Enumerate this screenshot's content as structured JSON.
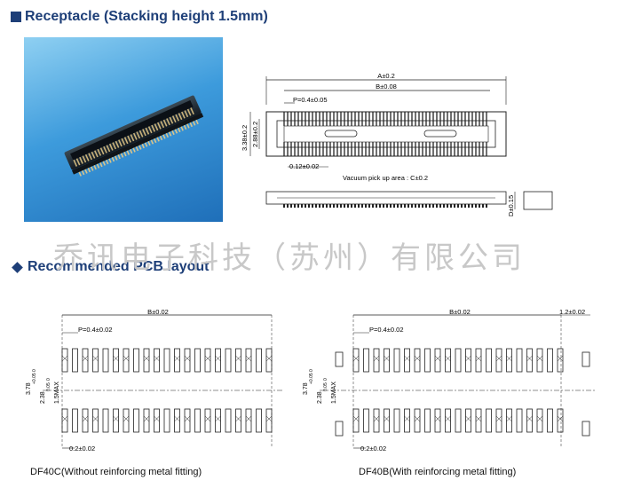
{
  "headings": {
    "receptacle": "Receptacle (Stacking height 1.5mm)",
    "pcb_layout": "Recommended PCB layout"
  },
  "watermark": "乔讯电子科技（苏州）有限公司",
  "drawing_top": {
    "dim_a": "A±0.2",
    "dim_b": "B±0.08",
    "pitch": "P=0.4±0.05",
    "width_outer": "3.38±0.2",
    "width_inner": "2.88±0.2",
    "pin_width": "0.12±0.02",
    "vacuum_label": "Vacuum pick up area : C±0.2",
    "height": "D±0.15"
  },
  "layout_left": {
    "dim_b": "B±0.02",
    "pitch": "P=0.4±0.02",
    "width_total": "3.78",
    "tol_plus": "+0.05",
    "tol_zero": "0",
    "inner_width": "2.38",
    "inner_tol": "0.05",
    "inner_zero": "0",
    "max_label": "1.5MAX",
    "pad_width": "0.2±0.02",
    "caption": "DF40C(Without reinforcing metal fitting)"
  },
  "layout_right": {
    "dim_b": "B±0.02",
    "fitting": "1.2±0.02",
    "pitch": "P=0.4±0.02",
    "width_total": "3.78",
    "tol_plus": "+0.05",
    "tol_zero": "0",
    "inner_width": "2.38",
    "inner_tol": "0.05",
    "inner_zero": "0",
    "max_label": "1.5MAX",
    "pad_width": "0.2±0.02",
    "caption": "DF40B(With reinforcing metal fitting)"
  }
}
